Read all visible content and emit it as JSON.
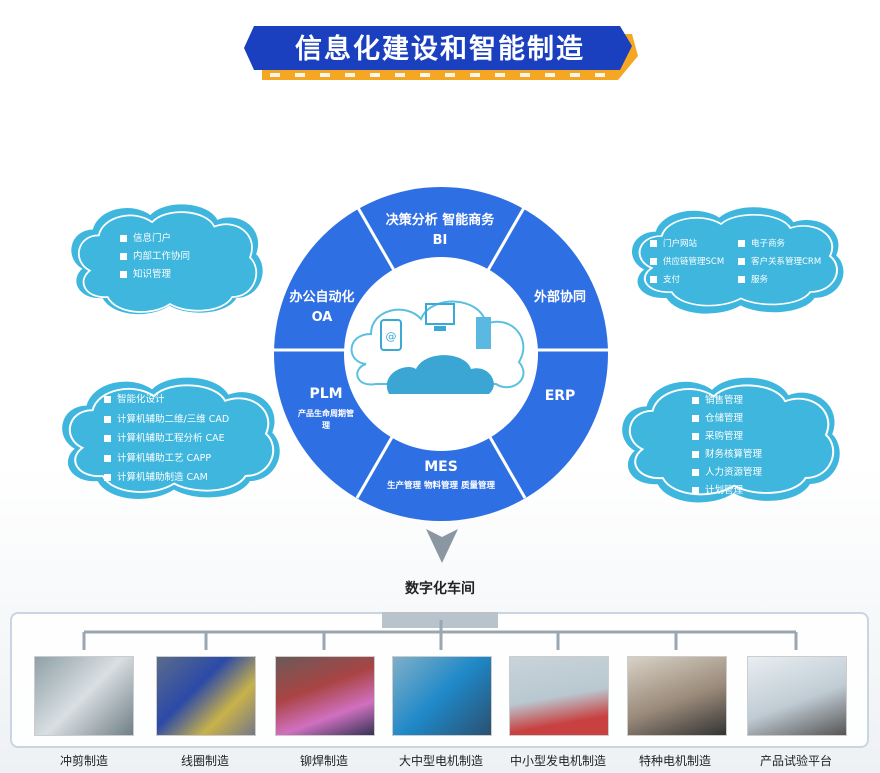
{
  "title": "信息化建设和智能制造",
  "colors": {
    "ring_blue": "#2f6fe4",
    "cloud_blue": "#3eb6dd",
    "banner_blue": "#1a3fbf",
    "banner_orange": "#f5a623"
  },
  "ring": {
    "center": "云端共享",
    "segments": [
      {
        "title": "决策分析  智能商务",
        "sub": "BI"
      },
      {
        "title": "外部协同"
      },
      {
        "title": "ERP"
      },
      {
        "title": "MES",
        "sub": "生产管理  物料管理  质量管理"
      },
      {
        "title": "PLM",
        "sub": "产品生命周期管理"
      },
      {
        "title": "办公自动化",
        "sub": "OA"
      }
    ]
  },
  "clouds": {
    "oa": [
      "信息门户",
      "内部工作协同",
      "知识管理"
    ],
    "plm": [
      "智能化设计",
      "计算机辅助二维/三维  CAD",
      "计算机辅助工程分析  CAE",
      "计算机辅助工艺  CAPP",
      "计算机辅助制造  CAM"
    ],
    "external": [
      "门户网站",
      "电子商务",
      "供应链管理SCM",
      "客户关系管理CRM",
      "支付",
      "服务"
    ],
    "erp": [
      "销售管理",
      "仓储管理",
      "采购管理",
      "财务核算管理",
      "人力资源管理",
      "计划管理"
    ]
  },
  "workshop": {
    "title": "数字化车间",
    "items": [
      "冲剪制造",
      "线圈制造",
      "铆焊制造",
      "大中型电机制造",
      "中小型发电机制造",
      "特种电机制造",
      "产品试验平台"
    ]
  }
}
